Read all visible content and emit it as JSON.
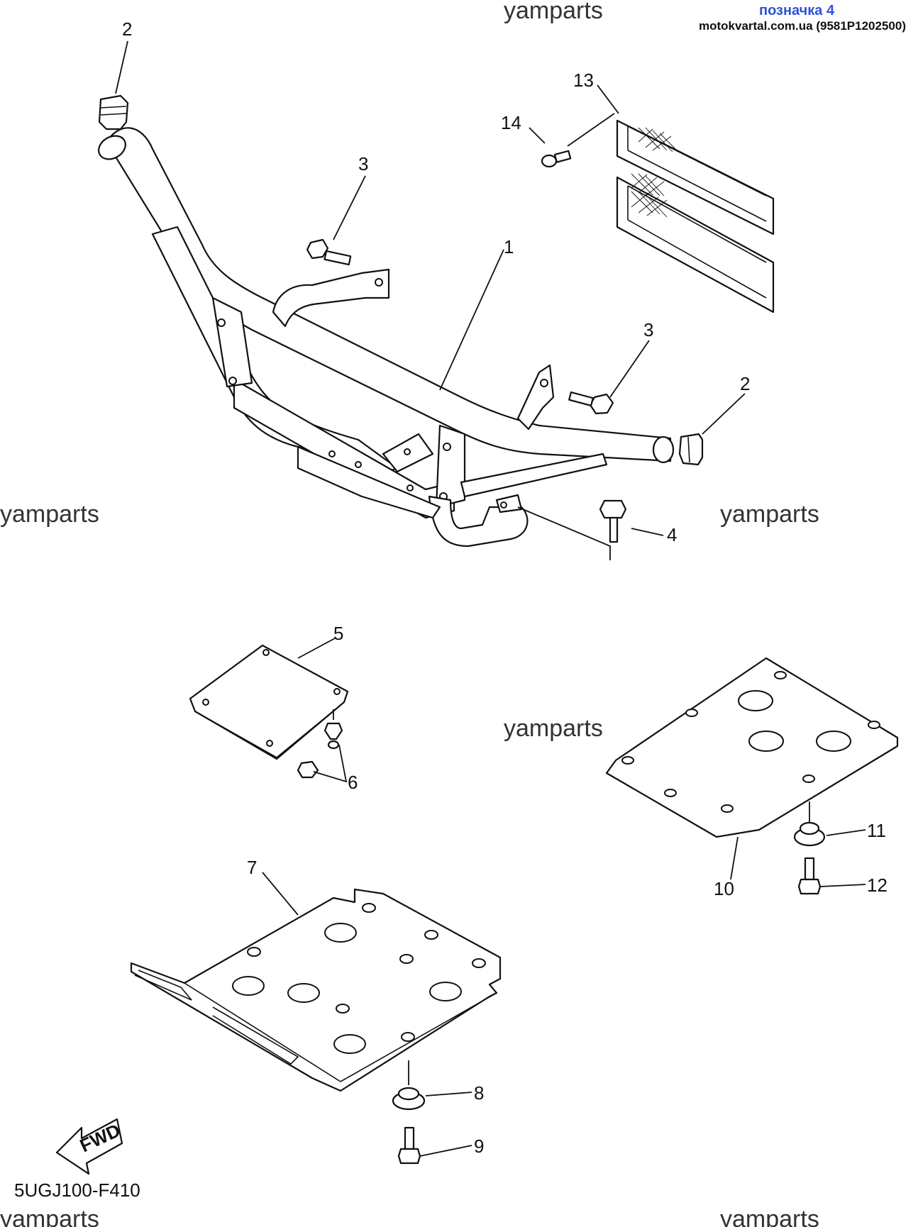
{
  "header": {
    "badge": "позначка 4",
    "site": "motokvartal.com.ua (9581P1202500)"
  },
  "watermark": "yamparts",
  "part_code": "5UGJ100-F410",
  "fwd_label": "FWD",
  "callouts": {
    "c1": "1",
    "c2a": "2",
    "c2b": "2",
    "c3a": "3",
    "c3b": "3",
    "c4": "4",
    "c5": "5",
    "c6": "6",
    "c7": "7",
    "c8": "8",
    "c9": "9",
    "c10": "10",
    "c11": "11",
    "c12": "12",
    "c13": "13",
    "c14": "14"
  }
}
